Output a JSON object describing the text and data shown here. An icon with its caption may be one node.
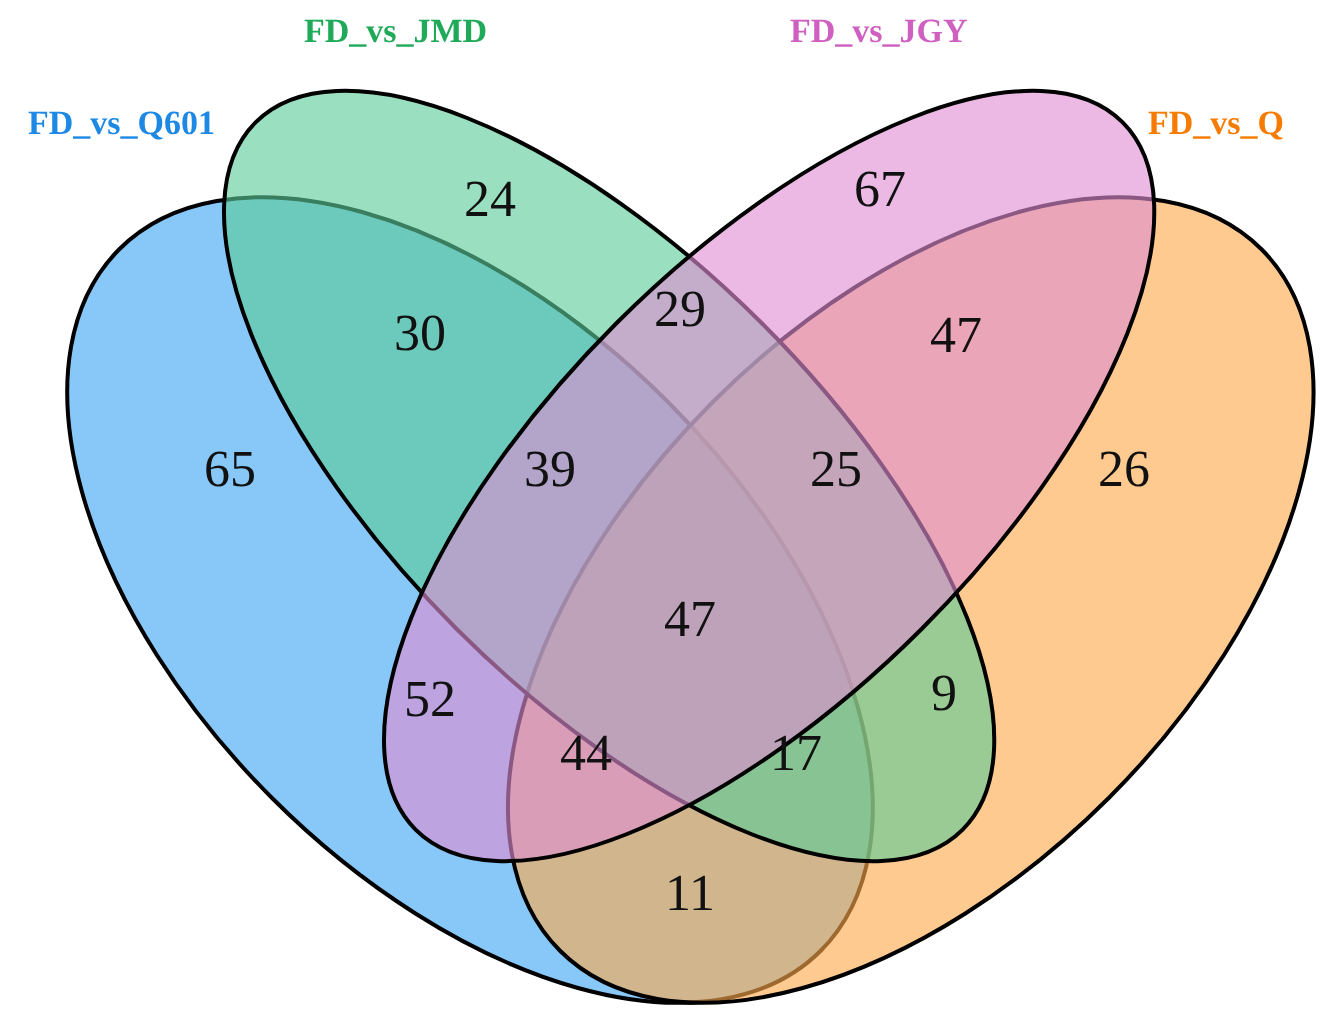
{
  "diagram": {
    "nodes": [
      {
        "text": [
          "FD_vs_Q601"
        ]
      },
      {
        "text": [
          "FD_vs_JMD"
        ]
      },
      {
        "text": [
          "FD_vs_JGY"
        ]
      },
      {
        "text": [
          "FD_vs_Q"
        ]
      }
    ],
    "labels": [
      "24",
      "67",
      "30",
      "29",
      "47",
      "65",
      "39",
      "25",
      "26",
      "47",
      "52",
      "9",
      "44",
      "17",
      "11"
    ]
  }
}
